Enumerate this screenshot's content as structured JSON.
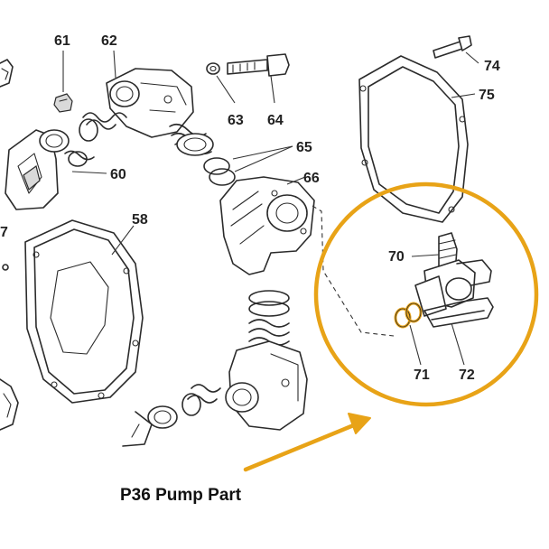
{
  "diagram": {
    "part_labels": {
      "p61": "61",
      "p62": "62",
      "p74": "74",
      "p75": "75",
      "p63": "63",
      "p64": "64",
      "p65": "65",
      "p60": "60",
      "p66": "66",
      "p58": "58",
      "p70": "70",
      "p71": "71",
      "p72": "72",
      "p7": "7"
    },
    "caption": "P36 Pump Part",
    "colors": {
      "highlight": "#E8A317",
      "line": "#2b2b2b",
      "ring_accent": "#E8A317"
    }
  }
}
